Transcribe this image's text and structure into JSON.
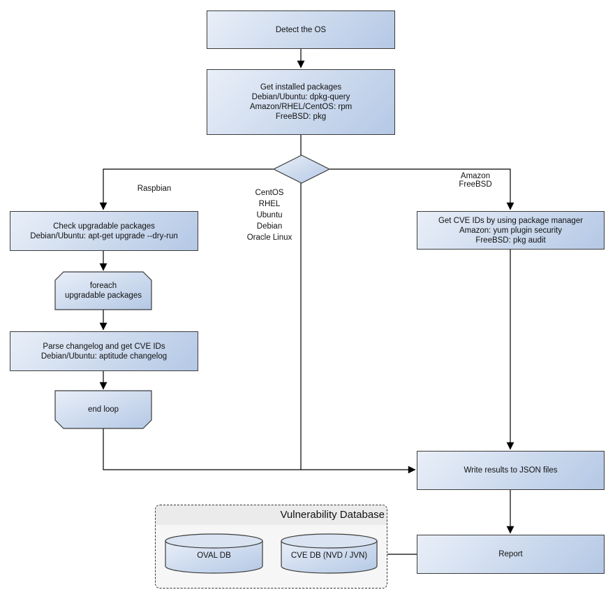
{
  "nodes": {
    "detect_os": {
      "lines": [
        "Detect the OS"
      ]
    },
    "get_installed_packages": {
      "lines": [
        "Get installed packages",
        "Debian/Ubuntu: dpkg-query",
        "Amazon/RHEL/CentOS: rpm",
        "FreeBSD: pkg"
      ]
    },
    "check_upgradable": {
      "lines": [
        "Check upgradable packages",
        "Debian/Ubuntu: apt-get upgrade --dry-run"
      ]
    },
    "foreach_loop": {
      "lines": [
        "foreach",
        "upgradable packages"
      ]
    },
    "parse_changelog": {
      "lines": [
        "Parse changelog and get CVE IDs",
        "Debian/Ubuntu: aptitude changelog"
      ]
    },
    "end_loop": {
      "lines": [
        "end loop"
      ]
    },
    "get_cve_ids": {
      "lines": [
        "Get CVE IDs by using package manager",
        "Amazon: yum plugin security",
        "FreeBSD: pkg audit"
      ]
    },
    "write_results": {
      "lines": [
        "Write results to JSON files"
      ]
    },
    "report": {
      "lines": [
        "Report"
      ]
    }
  },
  "edge_labels": {
    "left": "Raspbian",
    "middle": [
      "CentOS",
      "RHEL",
      "Ubuntu",
      "Debian",
      "Oracle Linux"
    ],
    "right": [
      "Amazon",
      "FreeBSD"
    ]
  },
  "database_group": {
    "title": "Vulnerability Database",
    "cylinders": [
      {
        "label": "OVAL DB"
      },
      {
        "label": "CVE DB (NVD / JVN)"
      }
    ]
  },
  "colors": {
    "node_fill_light": "#e9eff8",
    "node_fill_dark": "#b4c8e5",
    "node_border": "#3b3b3b",
    "connector": "#000000",
    "group_fill": "#f6f6f6",
    "group_header_fill": "#ebebeb"
  }
}
